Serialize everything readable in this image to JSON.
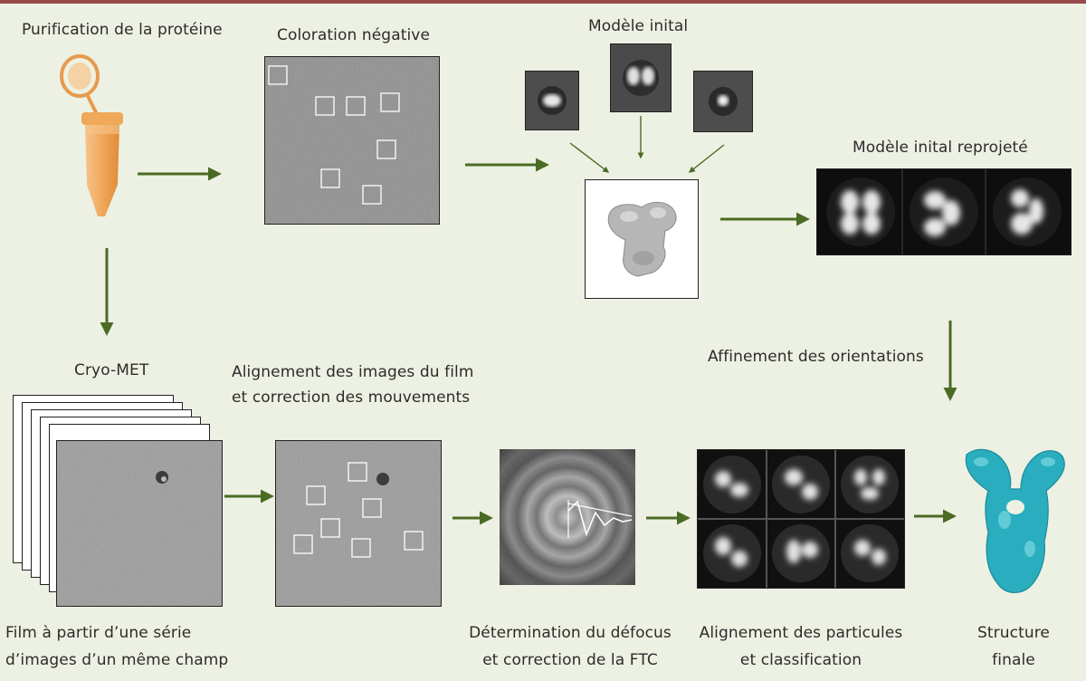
{
  "labels": {
    "purification": "Purification de la protéine",
    "coloration": "Coloration négative",
    "modele_initial": "Modèle inital",
    "modele_reprojete": "Modèle inital reprojeté",
    "cryo_met": "Cryo-MET",
    "alignement_images_l1": "Alignement des images du film",
    "alignement_images_l2": "et correction des mouvements",
    "affinement": "Affinement des orientations",
    "film_l1": "Film à partir d’une série",
    "film_l2": "d’images d’un même champ",
    "defocus_l1": "Détermination du défocus",
    "defocus_l2": "et correction de la FTC",
    "particules_l1": "Alignement des particules",
    "particules_l2": "et classification",
    "structure_l1": "Structure",
    "structure_l2": "finale"
  },
  "colors": {
    "background": "#edf1e3",
    "arrow": "#4b6b24",
    "tube": "#f0a85a",
    "structure": "#2aaebf",
    "top_bar": "#9a4a4a"
  }
}
